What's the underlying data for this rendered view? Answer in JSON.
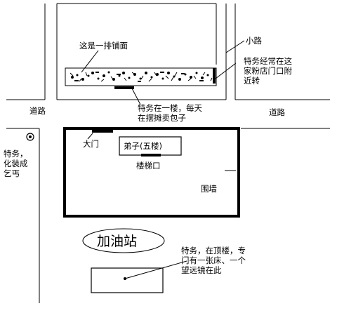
{
  "labels": {
    "shops": "这是一排铺面",
    "lane": "小路",
    "agent_corner_1": "特务经常在这",
    "agent_corner_2": "家粉店门口附",
    "agent_corner_3": "近转",
    "road_left": "道路",
    "road_right": "道路",
    "agent_shop_1": "特务在一楼，每天",
    "agent_shop_2": "在摆摊卖包子",
    "beggar_1": "特务，",
    "beggar_2": "化装成",
    "beggar_3": "乞丐",
    "gate": "大门",
    "disciple_building": "弟子(五楼)",
    "stairway": "楼梯口",
    "wall": "围墙",
    "gas_station": "加油站",
    "top_floor_1": "特务，在顶楼，专",
    "top_floor_2": "门有一张床、一个",
    "top_floor_3": "望远镜在此"
  }
}
